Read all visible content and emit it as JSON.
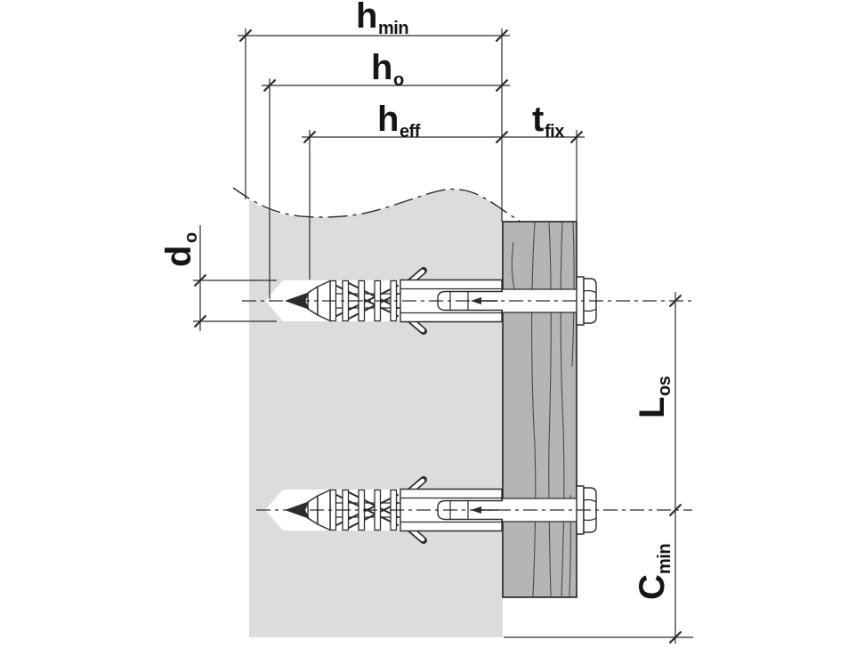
{
  "figure": {
    "description": "Cross-section installation drawing of two frame fixing anchors (plastic wall plugs with screws) set in a base material and fastening a wooden fixture panel"
  },
  "colors": {
    "background": "#ffffff",
    "wall": "#dcdcdc",
    "panel": "#b5b5b5",
    "wood_grain": "#4a4a4a",
    "line": "#2b2b2b",
    "label": "#151515",
    "white": "#ffffff"
  },
  "dimensions": {
    "h_min": {
      "main": "h",
      "sub": "min"
    },
    "h_o": {
      "main": "h",
      "sub": "o"
    },
    "h_eff": {
      "main": "h",
      "sub": "eff"
    },
    "t_fix": {
      "main": "t",
      "sub": "fix"
    },
    "d_o": {
      "main": "d",
      "sub": "o"
    },
    "L_os": {
      "main": "L",
      "sub": "os"
    },
    "C_min": {
      "main": "C",
      "sub": "min"
    }
  }
}
